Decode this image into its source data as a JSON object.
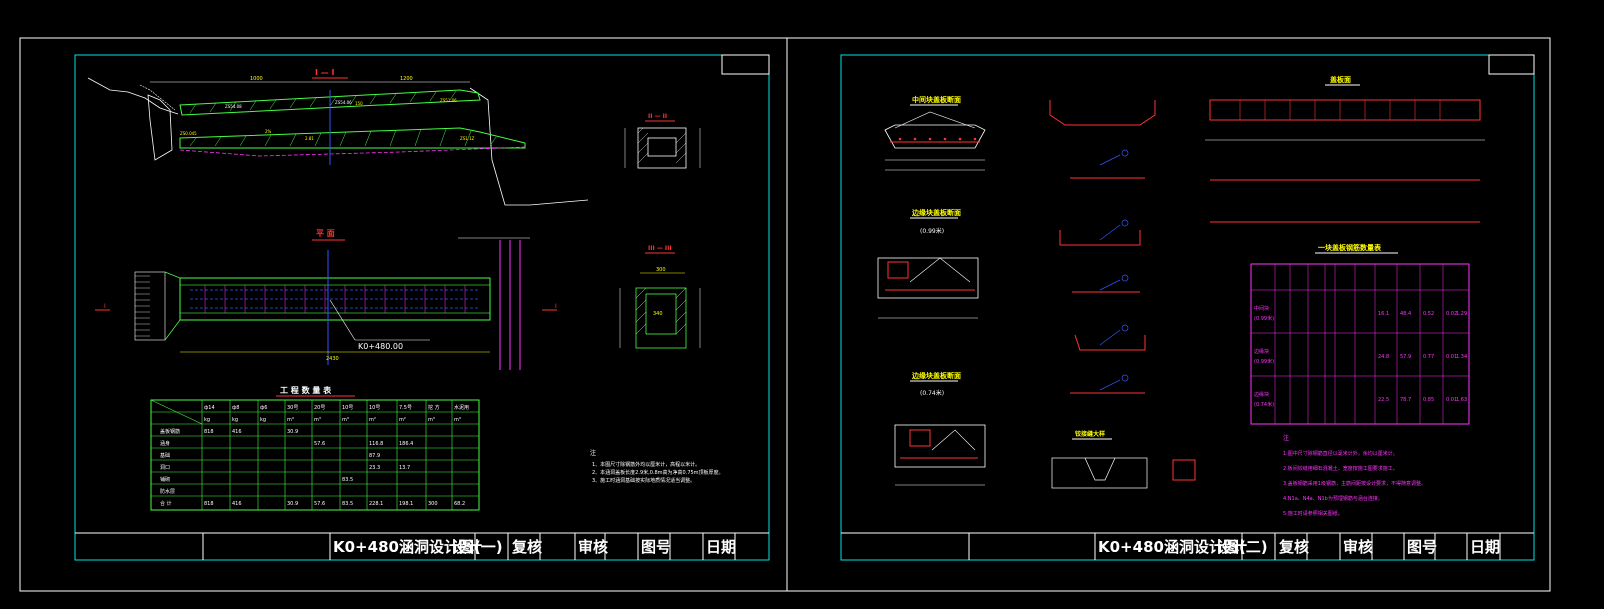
{
  "sheet1": {
    "title_block": {
      "drawing_title": "K0+480涵洞设计图(一)",
      "design": "设计",
      "review": "复核",
      "approve": "审核",
      "drawing_no": "图号",
      "date": "日期"
    },
    "section_1_1": {
      "title": "I — I",
      "dim_left": "1000",
      "dim_right": "1200"
    },
    "plan_view": {
      "title": "平 面",
      "station": "K0+480.00",
      "dim_bottom": "2430"
    },
    "section_2_2": {
      "title": "II — II"
    },
    "section_3_3": {
      "title": "III — III",
      "dim_top": "300",
      "dim_mid": "340"
    },
    "quantity_table": {
      "title": "工 程 数 量 表",
      "headers": [
        "ф14",
        "ф8",
        "ф6",
        "30号",
        "20号",
        "10号",
        "10号",
        "7.5号",
        "挖 方",
        "水泥用"
      ],
      "units": [
        "kg",
        "kg",
        "kg",
        "m³",
        "m³",
        "m³",
        "m²",
        "m²",
        "m³",
        "m³"
      ],
      "row_labels": [
        "盖板钢筋",
        "涵身",
        "基础",
        "洞口",
        "铺砌",
        "防水层",
        "合 计"
      ],
      "values_row1": [
        "818",
        "416",
        "",
        "30.9",
        "",
        "",
        "",
        "",
        "",
        ""
      ],
      "values_row2": [
        "",
        "",
        "",
        "",
        "57.6",
        "",
        "116.8",
        "186.4",
        "",
        ""
      ],
      "values_row3": [
        "",
        "",
        "",
        "",
        "",
        "",
        "87.9",
        "",
        "",
        ""
      ],
      "values_row4": [
        "",
        "",
        "",
        "",
        "",
        "",
        "23.3",
        "13.7",
        "",
        ""
      ],
      "values_row5": [
        "",
        "",
        "",
        "",
        "",
        "83.5",
        "",
        "",
        "",
        ""
      ],
      "values_total": [
        "818",
        "416",
        "",
        "30.9",
        "57.6",
        "83.5",
        "228.1",
        "198.1",
        "300",
        "68.2"
      ]
    },
    "notes": {
      "heading": "注",
      "lines": [
        "1、本图尺寸除钢筋外均以厘米计，高程以米计。",
        "2、本涵洞盖板长度2.9米,0.8m高为净高0.75m顶板厚度。",
        "3、施工时涵洞基础按实际地质情况适当调整。"
      ]
    }
  },
  "sheet2": {
    "title_block": {
      "drawing_title": "K0+480涵洞设计图(二)",
      "design": "设计",
      "review": "复核",
      "approve": "审核",
      "drawing_no": "图号",
      "date": "日期"
    },
    "section_a_title": "中间块盖板断面",
    "section_b_title": "边缘块盖板断面",
    "section_b_sub": "(0.99米)",
    "section_c_title": "边缘块盖板断面",
    "section_c_sub": "(0.74米)",
    "elevation_title": "盖板面",
    "detail_title": "铰接缝大样",
    "table_title": "一块盖板钢筋数量表",
    "notes_heading": "注",
    "notes": [
      "1.图中尺寸除钢筋直径以毫米计外，余均以厘米计。",
      "2.板间铰缝用细石混凝土，宽度按施工图要求施工。",
      "3.盖板钢筋采用1级钢筋，主筋间距按设计要求，不得随意调整。",
      "4.N1a、N4a、N1b为预埋钢筋与涵台连接。",
      "5.施工时请参照相关图纸。"
    ],
    "rebar_table": {
      "groups": [
        "中间块",
        "边缘块",
        "边缘块"
      ],
      "group_sub": [
        "(0.99米)",
        "(0.99米)",
        "(0.74米)"
      ],
      "totals": [
        "16.1",
        "24.8",
        "22.5"
      ],
      "weights": [
        "48.4",
        "57.9",
        "78.7"
      ],
      "c30": [
        "0.52",
        "0.77",
        "0.85"
      ],
      "c40": [
        "0.02",
        "0.01",
        "0.01"
      ],
      "vol": [
        "1.29",
        "1.34",
        "1.63"
      ]
    }
  }
}
